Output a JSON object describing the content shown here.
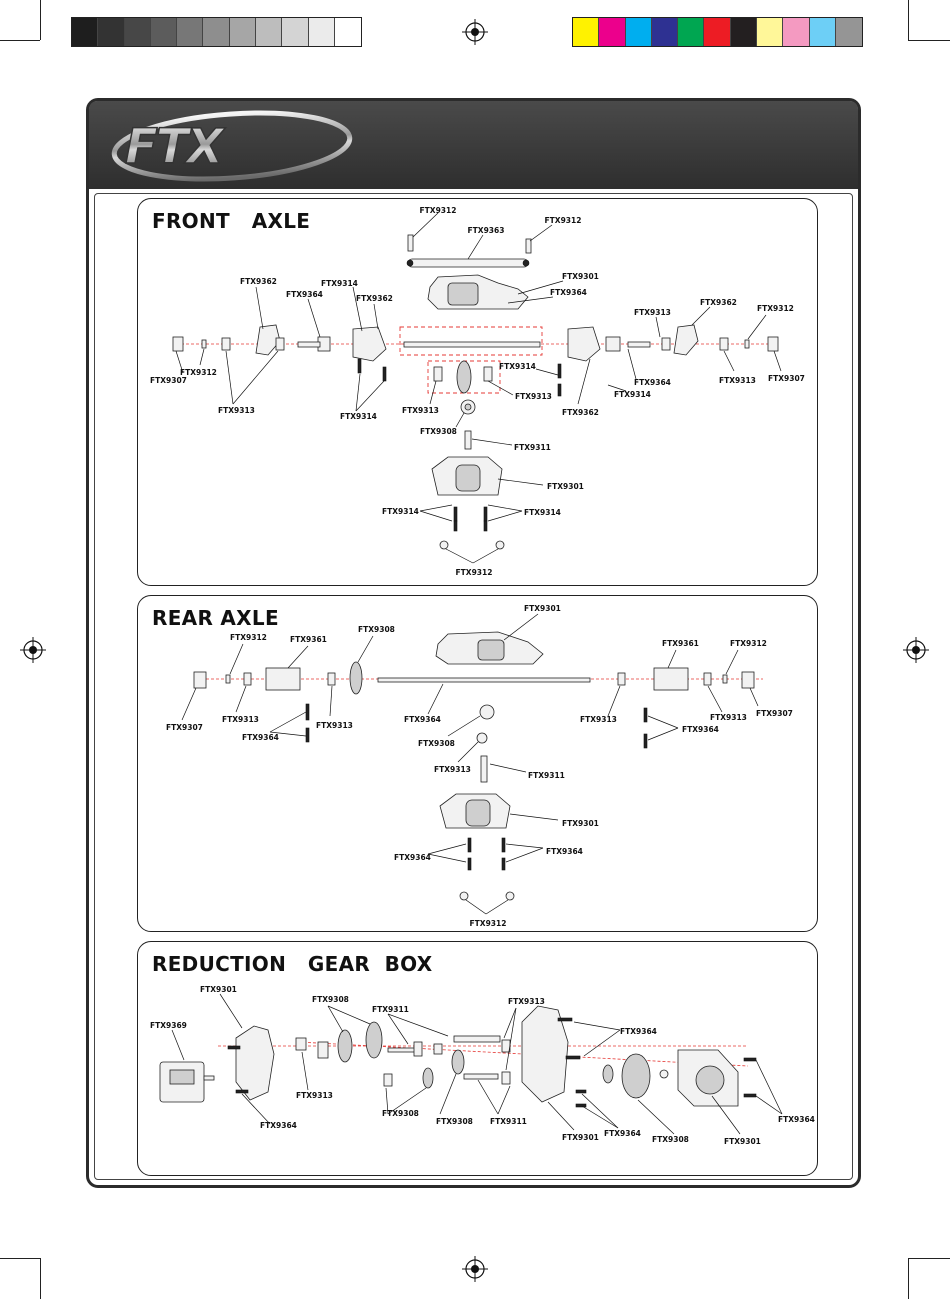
{
  "color_bar": {
    "grays": [
      "#1e1e1e",
      "#333333",
      "#474747",
      "#5c5c5c",
      "#777777",
      "#8e8e8e",
      "#a6a6a6",
      "#bdbdbd",
      "#d4d4d4",
      "#ebebeb",
      "#ffffff"
    ],
    "colors": [
      "#fff200",
      "#ec008c",
      "#00aeef",
      "#2e3192",
      "#00a651",
      "#ed1c24",
      "#231f20",
      "#fff799",
      "#f49ac1",
      "#6dcff6",
      "#959595"
    ]
  },
  "header": {
    "brand": "FTX"
  },
  "sections": [
    {
      "title": "FRONT   AXLE",
      "labels": [
        "FTX9312",
        "FTX9363",
        "FTX9312",
        "FTX9301",
        "FTX9362",
        "FTX9314",
        "FTX9364",
        "FTX9362",
        "FTX9364",
        "FTX9313",
        "FTX9362",
        "FTX9312",
        "FTX9307",
        "FTX9312",
        "FTX9313",
        "FTX9314",
        "FTX9313",
        "FTX9314",
        "FTX9313",
        "FTX9362",
        "FTX9364",
        "FTX9314",
        "FTX9313",
        "FTX9307",
        "FTX9308",
        "FTX9311",
        "FTX9301",
        "FTX9314",
        "FTX9314",
        "FTX9312"
      ]
    },
    {
      "title": "REAR AXLE",
      "labels": [
        "FTX9301",
        "FTX9312",
        "FTX9361",
        "FTX9308",
        "FTX9361",
        "FTX9312",
        "FTX9307",
        "FTX9313",
        "FTX9364",
        "FTX9313",
        "FTX9364",
        "FTX9313",
        "FTX9313",
        "FTX9307",
        "FTX9364",
        "FTX9308",
        "FTX9313",
        "FTX9311",
        "FTX9301",
        "FTX9364",
        "FTX9364",
        "FTX9312"
      ]
    },
    {
      "title": "REDUCTION   GEAR  BOX",
      "labels": [
        "FTX9301",
        "FTX9308",
        "FTX9313",
        "FTX9369",
        "FTX9311",
        "FTX9364",
        "FTX9313",
        "FTX9364",
        "FTX9308",
        "FTX9308",
        "FTX9311",
        "FTX9301",
        "FTX9364",
        "FTX9308",
        "FTX9301",
        "FTX9364"
      ]
    }
  ]
}
